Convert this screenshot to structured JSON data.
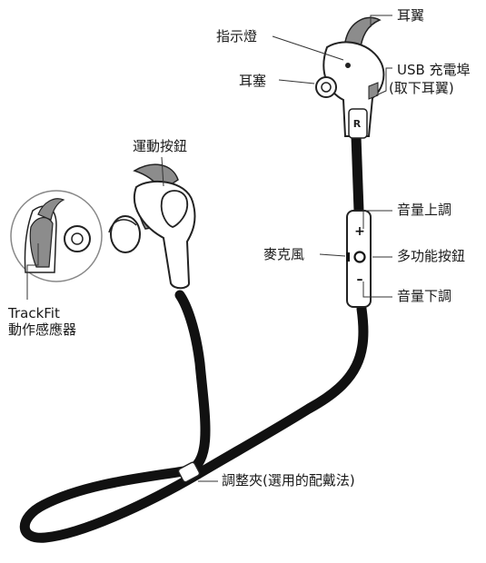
{
  "labels": {
    "indicator_light": "指示燈",
    "ear_wing": "耳翼",
    "ear_tip": "耳塞",
    "usb_port_line1": "USB 充電埠",
    "usb_port_line2": "(取下耳翼)",
    "sport_button": "運動按鈕",
    "trackfit_line1": "TrackFit",
    "trackfit_line2": "動作感應器",
    "volume_up": "音量上調",
    "microphone": "麥克風",
    "multi_function_button": "多功能按鈕",
    "volume_down": "音量下調",
    "adjust_clip": "調整夾(選用的配戴法)"
  },
  "earbud_marks": {
    "right_side": "R",
    "plus": "+",
    "minus": "–"
  },
  "colors": {
    "cable": "#111111",
    "ear_wing": "#8c8c8c",
    "housing": "#ffffff",
    "outline": "#222222",
    "leader_line": "#333333"
  }
}
